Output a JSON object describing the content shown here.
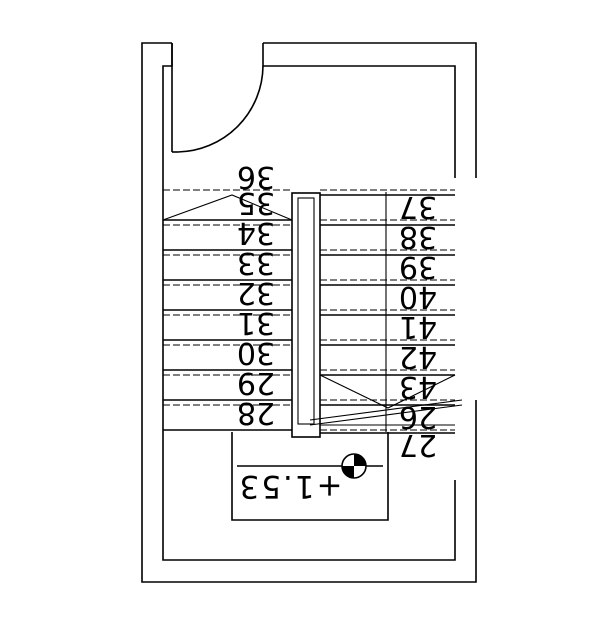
{
  "drawing": {
    "left_flight_numbers": [
      "36",
      "35",
      "34",
      "33",
      "32",
      "31",
      "30",
      "29",
      "28"
    ],
    "right_flight_numbers": [
      "37",
      "38",
      "39",
      "40",
      "41",
      "42",
      "43",
      "26",
      "27"
    ],
    "elevation": "+1.53"
  }
}
